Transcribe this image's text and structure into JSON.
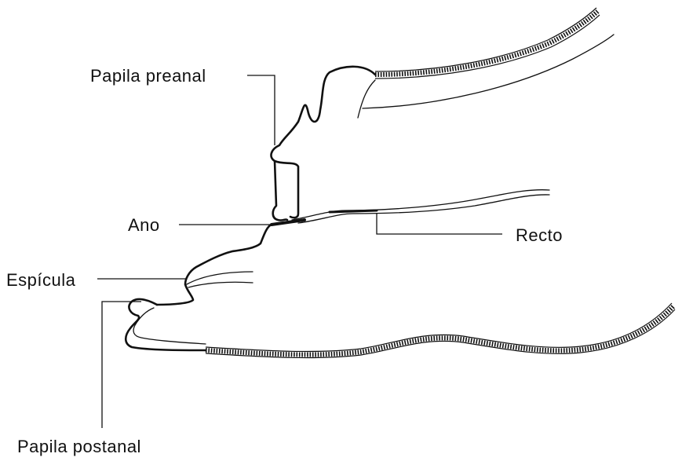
{
  "labels": {
    "papila_preanal": "Papila preanal",
    "ano": "Ano",
    "recto": "Recto",
    "espicula": "Espícula",
    "papila_postanal": "Papila postanal"
  }
}
